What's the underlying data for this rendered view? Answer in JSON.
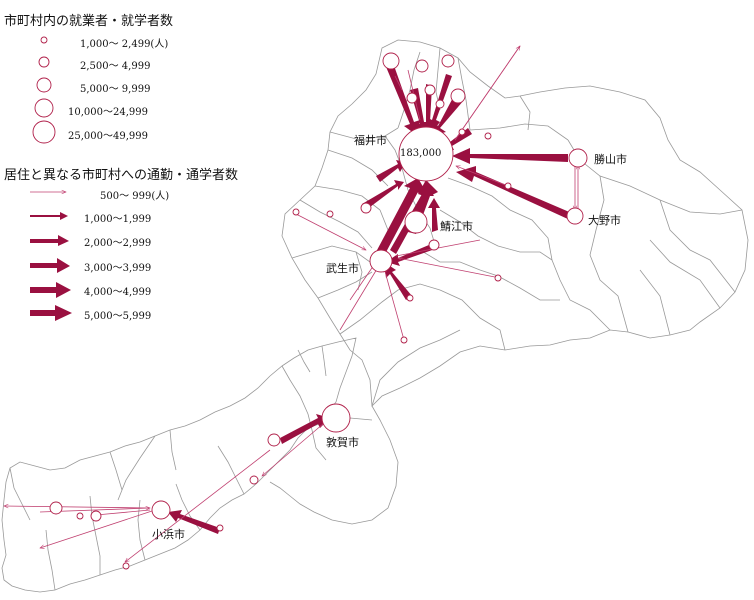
{
  "legend_workers": {
    "title": "市町村内の就業者・就学者数",
    "items": [
      {
        "label": "1,000～ 2,499(人)"
      },
      {
        "label": "2,500～ 4,999"
      },
      {
        "label": "5,000～ 9,999"
      },
      {
        "label": "10,000～24,999"
      },
      {
        "label": "25,000～49,999"
      }
    ]
  },
  "legend_commute": {
    "title": "居住と異なる市町村への通勤・通学者数",
    "items": [
      {
        "label": "500～ 999(人)"
      },
      {
        "label": "1,000～1,999"
      },
      {
        "label": "2,000～2,999"
      },
      {
        "label": "3,000～3,999"
      },
      {
        "label": "4,000～4,999"
      },
      {
        "label": "5,000～5,999"
      }
    ]
  },
  "cities": {
    "fukui": "福井市",
    "fukui_value": "183,000",
    "katsuyama": "勝山市",
    "ono": "大野市",
    "sabae": "鯖江市",
    "takefu": "武生市",
    "tsuruga": "敦賀市",
    "obama": "小浜市"
  },
  "colors": {
    "flow": "#9a1040",
    "outline": "#999999",
    "circle": "#b0204a"
  }
}
